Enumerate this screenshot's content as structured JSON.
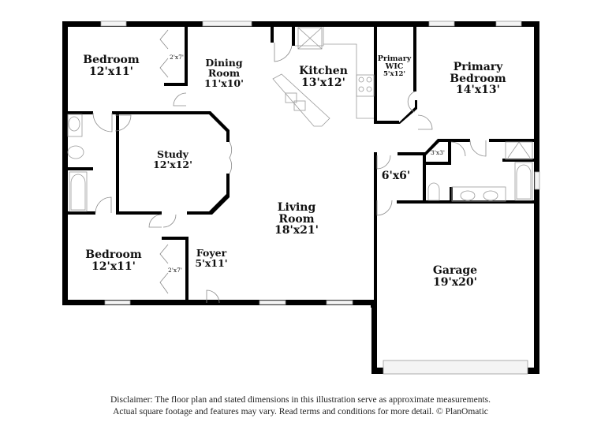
{
  "floor_plan": {
    "rooms": [
      {
        "id": "bedroom-nw",
        "name": "Bedroom",
        "dims": "12'x11'"
      },
      {
        "id": "dining-room",
        "name": "Dining Room",
        "name_line1": "Dining",
        "name_line2": "Room",
        "dims": "11'x10'"
      },
      {
        "id": "kitchen",
        "name": "Kitchen",
        "dims": "13'x12'"
      },
      {
        "id": "primary-wic",
        "name": "Primary WIC",
        "name_line1": "Primary",
        "name_line2": "WIC",
        "dims": "5'x12'"
      },
      {
        "id": "primary-bedroom",
        "name": "Primary Bedroom",
        "name_line1": "Primary",
        "name_line2": "Bedroom",
        "dims": "14'x13'"
      },
      {
        "id": "study",
        "name": "Study",
        "dims": "12'x12'"
      },
      {
        "id": "living-room",
        "name": "Living Room",
        "name_line1": "Living",
        "name_line2": "Room",
        "dims": "18'x21'"
      },
      {
        "id": "bedroom-sw",
        "name": "Bedroom",
        "dims": "12'x11'"
      },
      {
        "id": "foyer",
        "name": "Foyer",
        "dims": "5'x11'"
      },
      {
        "id": "laundry",
        "name": "",
        "dims": "6'x6'"
      },
      {
        "id": "primary-closet",
        "name": "",
        "dims": "3'x3'"
      },
      {
        "id": "garage",
        "name": "Garage",
        "dims": "19'x20'"
      }
    ],
    "closets": [
      {
        "id": "closet-nw",
        "dims": "2'x7'"
      },
      {
        "id": "closet-sw",
        "dims": "2'x7'"
      }
    ],
    "colors": {
      "wall": "#000000",
      "fixture": "#9a9a9a",
      "background": "#ffffff"
    }
  },
  "disclaimer": {
    "line1": "Disclaimer: The floor plan and stated dimensions in this illustration serve as approximate measurements.",
    "line2": "Actual square footage and features may vary. Read terms and conditions for more detail. © PlanOmatic"
  }
}
